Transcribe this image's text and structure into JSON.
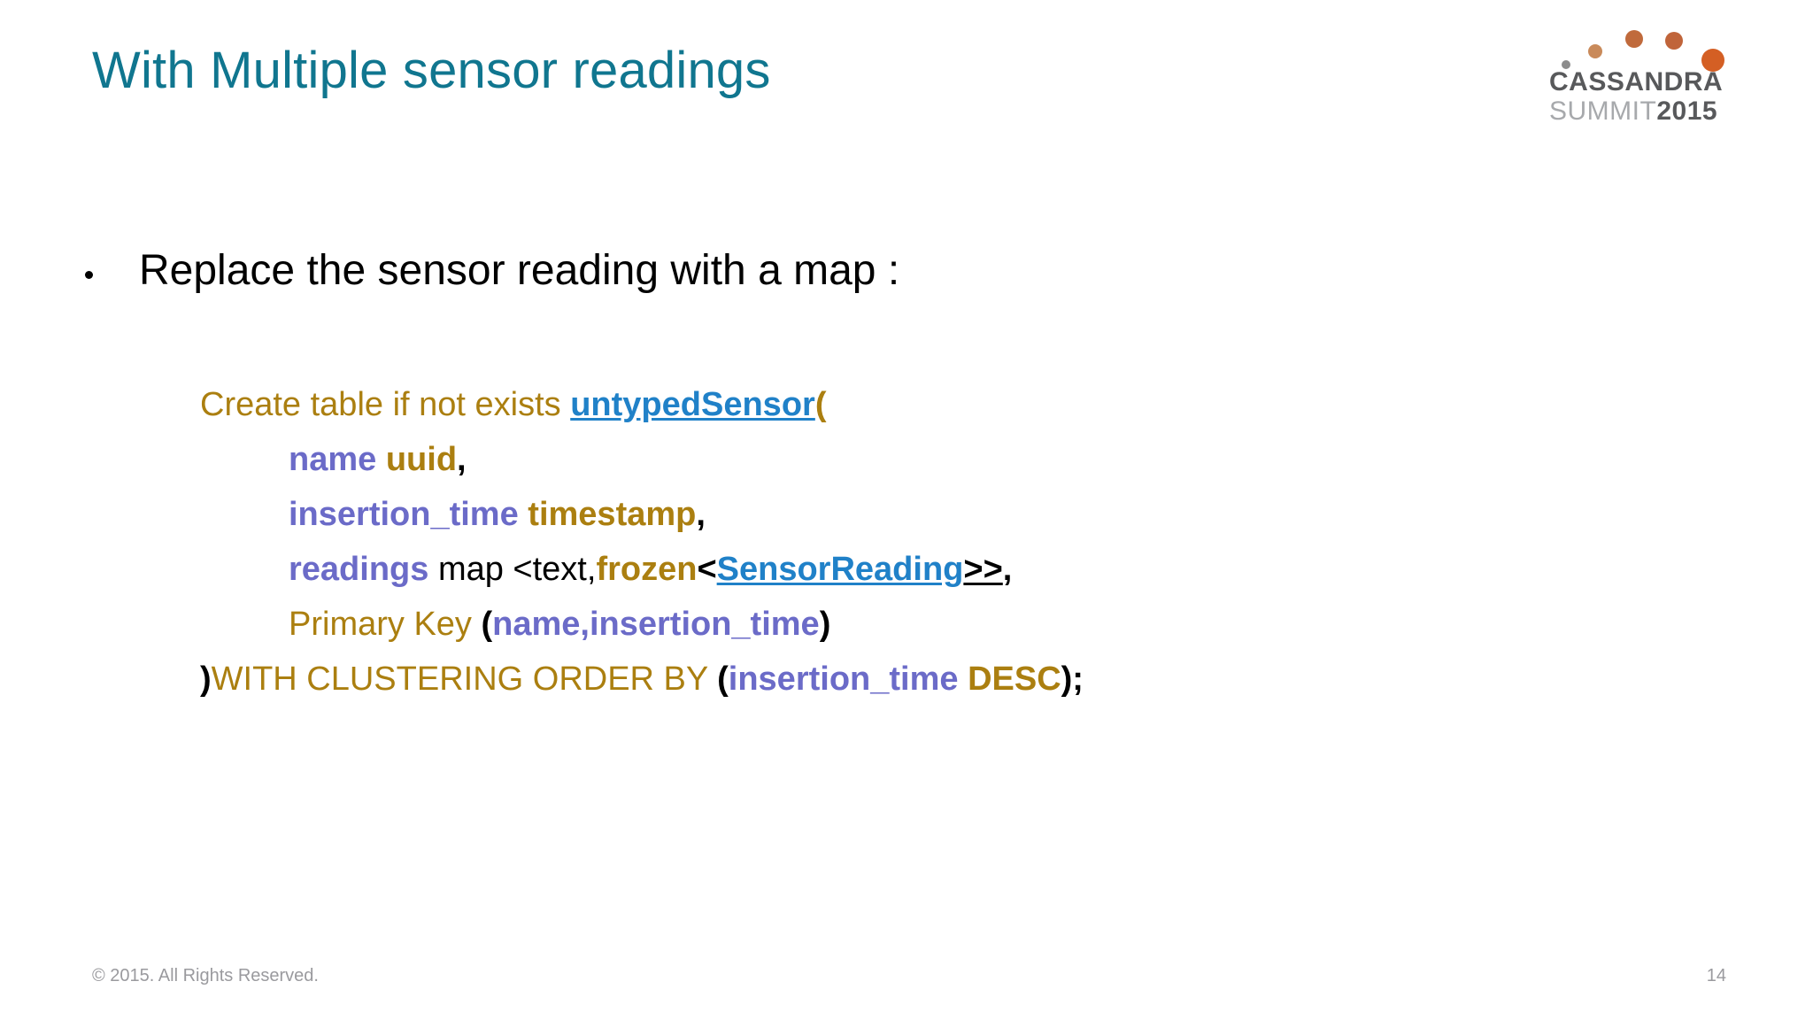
{
  "slide": {
    "title": "With Multiple sensor readings",
    "title_color": "#10768f",
    "background": "#ffffff"
  },
  "logo": {
    "brand": "CASSANDRA",
    "event": "SUMMIT",
    "year": "2015",
    "brand_color": "#58595b",
    "event_color": "#a7a9ac",
    "dot_colors": [
      "#8c8c8c",
      "#c98a5a",
      "#c06a3c",
      "#c0643a",
      "#d45f24"
    ]
  },
  "body": {
    "bullet_marker": "•",
    "bullet_text": "Replace the sensor reading with a map :"
  },
  "code": {
    "line1": {
      "t1": "Create table if not exists ",
      "t2": "untypedSensor",
      "t3": "("
    },
    "line2": {
      "t1": "name",
      "t2": " ",
      "t3": "uuid",
      "t4": ","
    },
    "line3": {
      "t1": "insertion_time",
      "t2": " ",
      "t3": "timestamp",
      "t4": ","
    },
    "line4": {
      "t1": "readings",
      "t2": " map <text,",
      "t3": "frozen",
      "t4": "<",
      "t5": "SensorReading",
      "t6": ">>",
      "t7": ","
    },
    "line5": {
      "t1": "Primary Key ",
      "t2": "(",
      "t3": "name,insertion_time",
      "t4": ")"
    },
    "line6": {
      "t1": ")",
      "t2": "WITH CLUSTERING ORDER BY ",
      "t3": "(",
      "t4": "insertion_time",
      "t5": " ",
      "t6": "DESC",
      "t7": ");"
    }
  },
  "footer": {
    "copyright": "© 2015. All Rights Reserved.",
    "page_number": "14"
  }
}
